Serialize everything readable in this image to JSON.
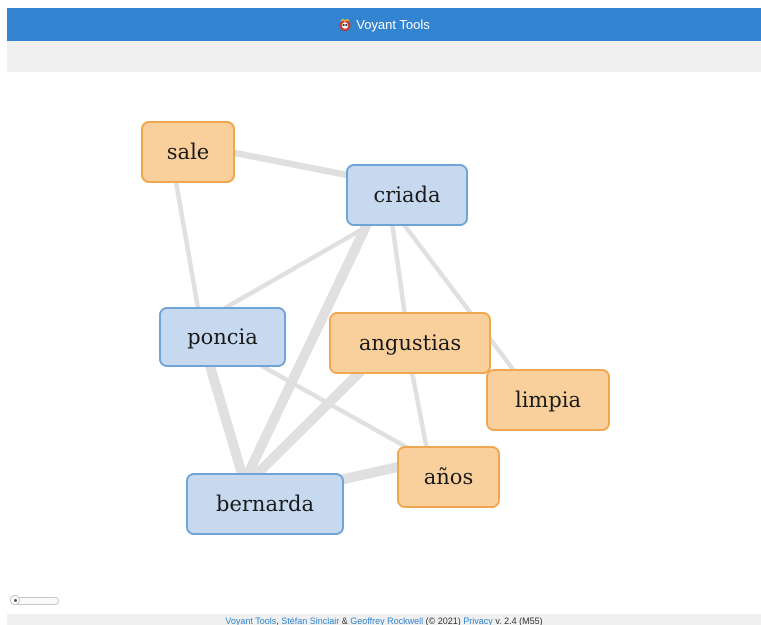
{
  "app": {
    "title": "Voyant Tools"
  },
  "colors": {
    "header": "#3284d1",
    "keyword_fill": "#c6d9ef",
    "keyword_border": "#6ea4d8",
    "context_fill": "#f9cf9c",
    "context_border": "#f0a850",
    "edge": "#e0e0e0"
  },
  "network": {
    "nodes": [
      {
        "id": "sale",
        "label": "sale",
        "type": "context"
      },
      {
        "id": "criada",
        "label": "criada",
        "type": "keyword"
      },
      {
        "id": "poncia",
        "label": "poncia",
        "type": "keyword"
      },
      {
        "id": "angustias",
        "label": "angustias",
        "type": "context"
      },
      {
        "id": "limpia",
        "label": "limpia",
        "type": "context"
      },
      {
        "id": "años",
        "label": "años",
        "type": "context"
      },
      {
        "id": "bernarda",
        "label": "bernarda",
        "type": "keyword"
      }
    ],
    "edges": [
      {
        "source": "sale",
        "target": "criada",
        "weight": 2
      },
      {
        "source": "sale",
        "target": "poncia",
        "weight": 1
      },
      {
        "source": "criada",
        "target": "poncia",
        "weight": 1
      },
      {
        "source": "criada",
        "target": "angustias",
        "weight": 1
      },
      {
        "source": "criada",
        "target": "limpia",
        "weight": 1
      },
      {
        "source": "criada",
        "target": "bernarda",
        "weight": 3
      },
      {
        "source": "poncia",
        "target": "bernarda",
        "weight": 3
      },
      {
        "source": "poncia",
        "target": "años",
        "weight": 1
      },
      {
        "source": "angustias",
        "target": "bernarda",
        "weight": 3
      },
      {
        "source": "angustias",
        "target": "años",
        "weight": 1
      },
      {
        "source": "años",
        "target": "bernarda",
        "weight": 3
      }
    ]
  },
  "footer": {
    "app_link": "Voyant Tools",
    "sep1": ", ",
    "author1": "Stéfan Sinclair",
    "amp": " & ",
    "author2": "Geoffrey Rockwell",
    "year": " (© 2021) ",
    "privacy": "Privacy",
    "version": " v. 2.4 (M55)"
  }
}
